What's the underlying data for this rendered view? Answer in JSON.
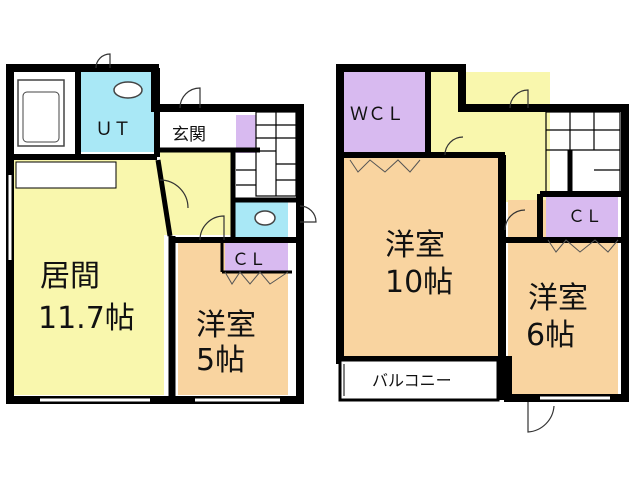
{
  "floor1": {
    "ut": "ＵＴ",
    "entrance": "玄関",
    "living_name": "居間",
    "living_size": "11.7帖",
    "room5_name": "洋室",
    "room5_size": "5帖",
    "cl": "ＣＬ"
  },
  "floor2": {
    "wcl": "ＷＣＬ",
    "room10_name": "洋室",
    "room10_size": "10帖",
    "room6_name": "洋室",
    "room6_size": "6帖",
    "cl": "ＣＬ",
    "balcony": "バルコニー"
  },
  "colors": {
    "wall": "#000000",
    "living": "#f9f7ad",
    "hall": "#f9f7ad",
    "room": "#f9d4a0",
    "closet": "#d8baf0",
    "water": "#a9e8f6",
    "entrance": "#ffffff"
  }
}
